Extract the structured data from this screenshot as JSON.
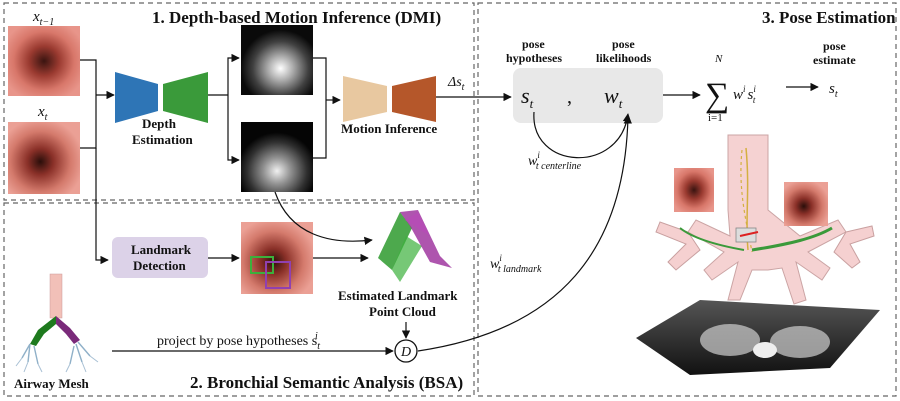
{
  "sections": {
    "dmi_title": "1. Depth-based Motion Inference (DMI)",
    "bsa_title": "2. Bronchial Semantic Analysis (BSA)",
    "pose_title": "3. Pose Estimation"
  },
  "dmi": {
    "frame_prev_label": "x",
    "frame_prev_sub": "t−1",
    "frame_curr_label": "x",
    "frame_curr_sub": "t",
    "depth_label_1": "Depth",
    "depth_label_2": "Estimation",
    "motion_label": "Motion Inference",
    "delta_label": "Δs",
    "delta_sub": "t"
  },
  "bsa": {
    "landmark_btn_1": "Landmark",
    "landmark_btn_2": "Detection",
    "cloud_label_1": "Estimated Landmark",
    "cloud_label_2": "Point Cloud",
    "project_label": "project by pose hypotheses s",
    "project_sub": "t",
    "project_sup": "i",
    "d_symbol": "D",
    "mesh_label": "Airway Mesh"
  },
  "pose": {
    "hyp_label_1": "pose",
    "hyp_label_2": "hypotheses",
    "lik_label_1": "pose",
    "lik_label_2": "likelihoods",
    "s_t": "s",
    "s_sub": "t",
    "comma": ",",
    "w_t": "w",
    "w_sub": "t",
    "sum_top": "N",
    "sum_symbol": "∑",
    "sum_bottom": "i=1",
    "sum_term_w": "w",
    "sum_term_s": "s",
    "sum_sup": "i",
    "sum_sub": "t",
    "estimate_label_1": "pose",
    "estimate_label_2": "estimate",
    "estimate_s": "s",
    "estimate_sub": "t",
    "centerline_w": "w",
    "centerline_sup": "i",
    "centerline_sub": "t centerline",
    "landmark_w": "w",
    "landmark_sup": "i",
    "landmark_sub": "t landmark"
  },
  "colors": {
    "encoder": "#2e75b6",
    "decoder": "#3a9a3a",
    "motion_left": "#e8c8a0",
    "motion_right": "#b5572a",
    "landmark_box": "#dcd2e8",
    "pose_box": "#e8e8e8",
    "airway": "#f5d0d0",
    "green_box": "#3cb03c",
    "purple_box": "#9040b0"
  }
}
